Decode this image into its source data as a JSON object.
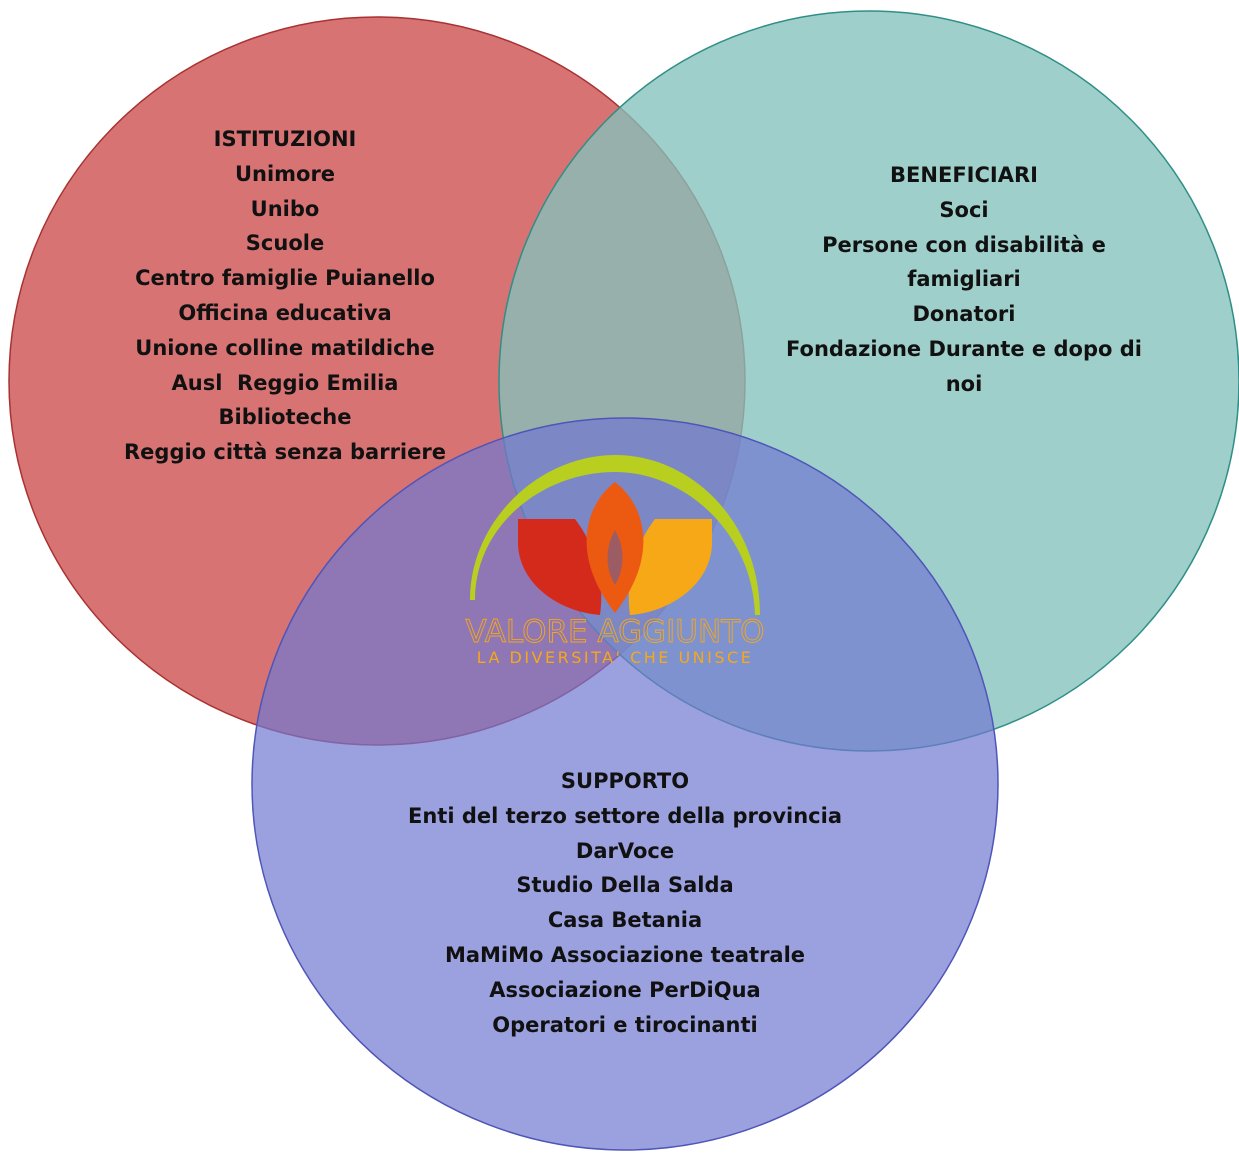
{
  "colors": {
    "istituzioni_fill": "#cd4c4d",
    "istituzioni_stroke": "#a83232",
    "beneficiari_fill": "#84c2bd",
    "beneficiari_stroke": "#2f8f86",
    "supporto_fill": "#7077d1",
    "supporto_stroke": "#4e55b8",
    "logo_arc": "#b8cf1f",
    "logo_red": "#d42a1c",
    "logo_orange": "#ec5a12",
    "logo_yellow": "#f6a817"
  },
  "istituzioni": {
    "title": "ISTITUZIONI",
    "items": [
      "Unimore",
      "Unibo",
      "Scuole",
      "Centro famiglie Puianello",
      "Officina educativa",
      "Unione colline matildiche",
      "Ausl  Reggio Emilia",
      "Biblioteche",
      "Reggio città senza barriere"
    ]
  },
  "beneficiari": {
    "title": "BENEFICIARI",
    "items": [
      "Soci",
      "Persone con disabilità e",
      "famigliari",
      "Donatori",
      "Fondazione Durante e dopo di",
      "noi"
    ]
  },
  "supporto": {
    "title": "SUPPORTO",
    "items": [
      "",
      "Enti del terzo settore della provincia",
      "DarVoce",
      "Studio Della Salda",
      "Casa Betania",
      "MaMiMo Associazione teatrale",
      "Associazione PerDiQua",
      "Operatori e tirocinanti"
    ]
  },
  "logo": {
    "name": "VALORE AGGIUNTO",
    "tagline": "LA DIVERSITA' CHE UNISCE"
  }
}
